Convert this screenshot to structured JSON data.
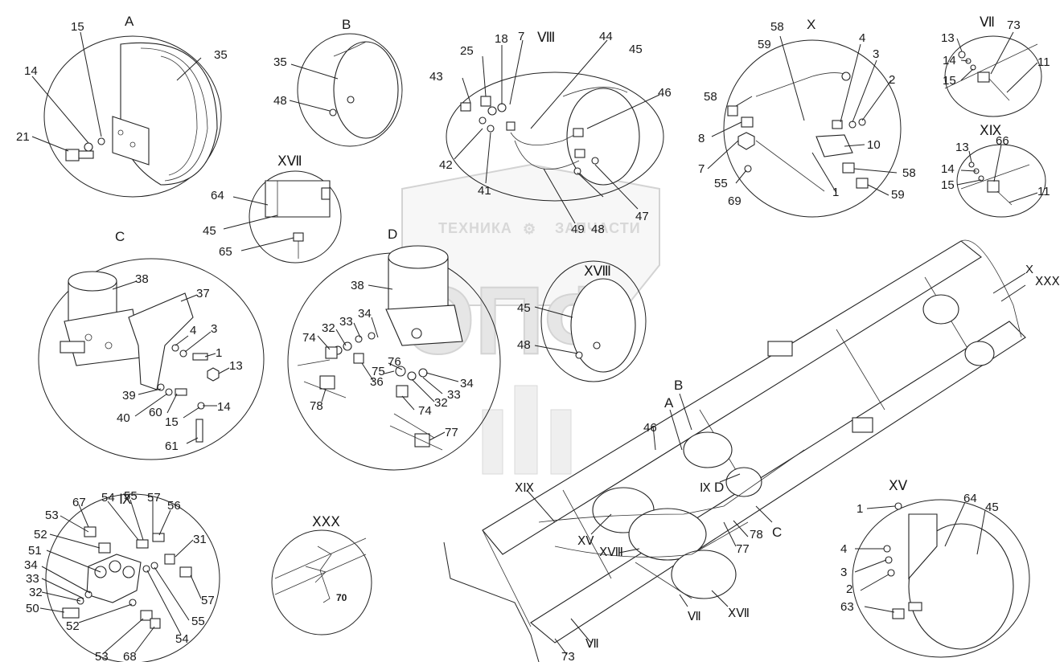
{
  "views": [
    {
      "id": "A",
      "title": "A",
      "labels": [
        "35",
        "15",
        "14",
        "21"
      ]
    },
    {
      "id": "B",
      "title": "B",
      "labels": [
        "35",
        "48"
      ]
    },
    {
      "id": "VIII",
      "title": "Ⅷ",
      "labels": [
        "25",
        "18",
        "7",
        "44",
        "45",
        "43",
        "46",
        "42",
        "41",
        "49",
        "48",
        "47"
      ]
    },
    {
      "id": "X",
      "title": "X",
      "labels": [
        "58",
        "59",
        "4",
        "3",
        "2",
        "58",
        "8",
        "10",
        "7",
        "55",
        "69",
        "1",
        "58",
        "59"
      ]
    },
    {
      "id": "VII",
      "title": "Ⅶ",
      "labels": [
        "73",
        "13",
        "14",
        "15",
        "11"
      ]
    },
    {
      "id": "XIX",
      "title": "ⅩⅨ",
      "labels": [
        "66",
        "13",
        "14",
        "15",
        "11"
      ]
    },
    {
      "id": "XVII",
      "title": "ⅩⅦ",
      "labels": [
        "64",
        "45",
        "65"
      ]
    },
    {
      "id": "C",
      "title": "C",
      "labels": [
        "38",
        "37",
        "4",
        "3",
        "1",
        "13",
        "39",
        "40",
        "60",
        "15",
        "14",
        "61"
      ]
    },
    {
      "id": "D",
      "title": "D",
      "labels": [
        "38",
        "34",
        "33",
        "32",
        "74",
        "76",
        "75",
        "36",
        "34",
        "33",
        "32",
        "78",
        "74",
        "77"
      ]
    },
    {
      "id": "XVIII",
      "title": "ⅩⅧ",
      "labels": [
        "45",
        "48"
      ]
    },
    {
      "id": "IX",
      "title": "Ⅸ",
      "labels": [
        "67",
        "54",
        "55",
        "57",
        "56",
        "53",
        "52",
        "51",
        "31",
        "34",
        "33",
        "32",
        "50",
        "57",
        "52",
        "55",
        "54",
        "53",
        "68"
      ]
    },
    {
      "id": "XXX",
      "title": "ⅩⅩⅩ",
      "labels": [
        "70"
      ]
    },
    {
      "id": "XV",
      "title": "ⅩⅤ",
      "labels": [
        "1",
        "64",
        "45",
        "4",
        "3",
        "2",
        "63"
      ]
    }
  ],
  "chassis_labels": [
    "X",
    "ⅩⅩⅩ",
    "B",
    "A",
    "46",
    "Ⅸ",
    "D",
    "C",
    "78",
    "77",
    "ⅩⅨ",
    "ⅩⅤ",
    "ⅩⅧ",
    "Ⅶ",
    "ⅩⅦ",
    "Ⅶ",
    "73"
  ],
  "watermark": {
    "line1": "ТЕХНИКА",
    "line2": "ЗАПЧАСТИ",
    "logo": "ЭПФ"
  }
}
